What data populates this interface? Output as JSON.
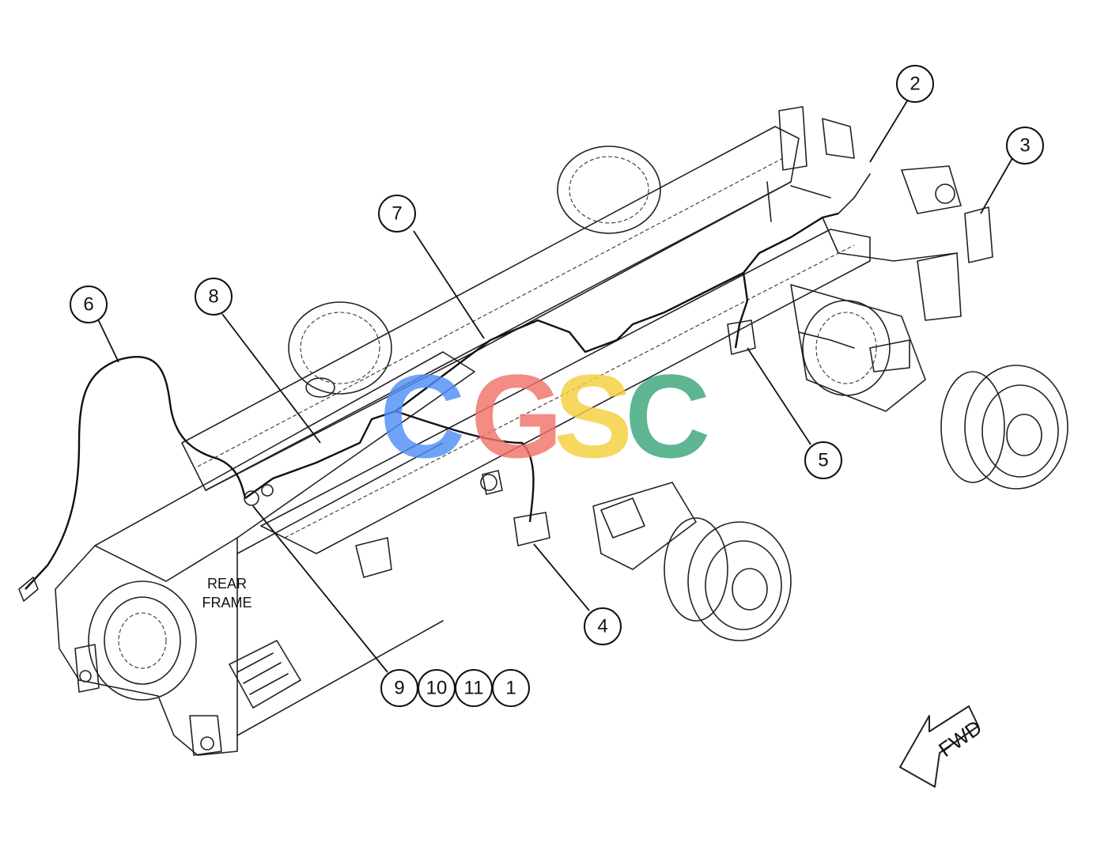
{
  "diagram": {
    "labels": {
      "rear_frame_line1": "REAR",
      "rear_frame_line2": "FRAME",
      "direction": "FWD"
    },
    "callouts": [
      "1",
      "2",
      "3",
      "4",
      "5",
      "6",
      "7",
      "8",
      "9",
      "10",
      "11"
    ],
    "watermark": {
      "letters": [
        "C",
        "G",
        "S",
        "C"
      ],
      "colors": [
        "#4f8ff7",
        "#f0736b",
        "#f5cf3c",
        "#3aa77a"
      ]
    }
  }
}
